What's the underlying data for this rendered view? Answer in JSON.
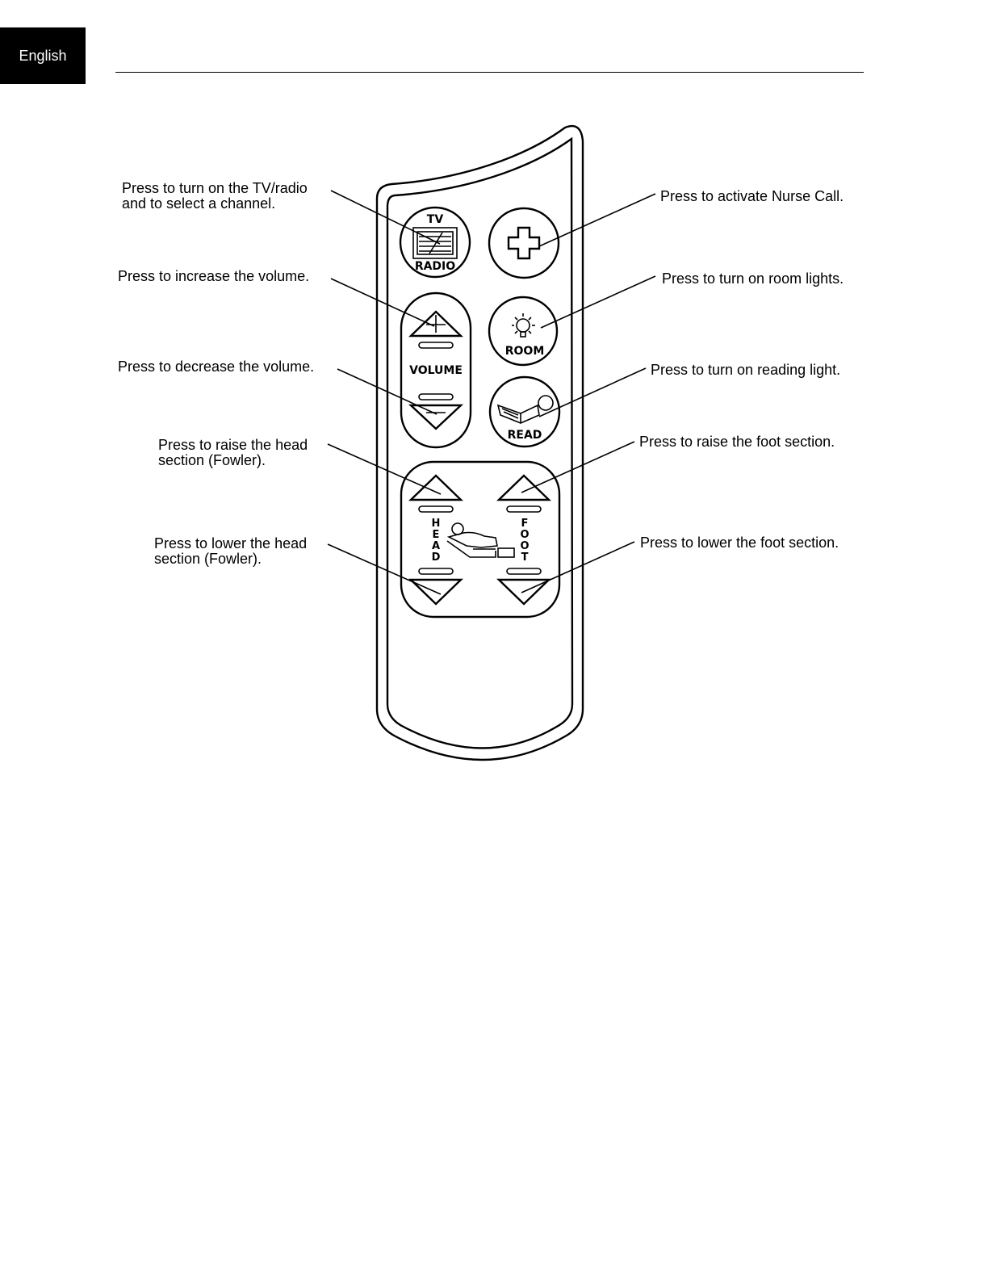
{
  "header": {
    "language_tab": "English"
  },
  "buttons": {
    "tv_top": "TV",
    "tv_bottom": "RADIO",
    "volume": "VOLUME",
    "room": "ROOM",
    "read": "READ",
    "head": [
      "H",
      "E",
      "A",
      "D"
    ],
    "foot": [
      "F",
      "O",
      "O",
      "T"
    ]
  },
  "callouts": {
    "tv_line1": "Press to turn on the TV/radio",
    "tv_line2": "and to select a channel.",
    "vol_up": "Press to increase the volume.",
    "vol_down": "Press to decrease the volume.",
    "head_up_line1": "Press to raise the head",
    "head_up_line2": "section (Fowler).",
    "head_down_line1": "Press to lower the head",
    "head_down_line2": "section (Fowler).",
    "nurse": "Press to activate Nurse Call.",
    "room": "Press to turn on room lights.",
    "read": "Press to turn on reading light.",
    "foot_up": "Press to raise the foot section.",
    "foot_down": "Press to lower the foot section."
  }
}
